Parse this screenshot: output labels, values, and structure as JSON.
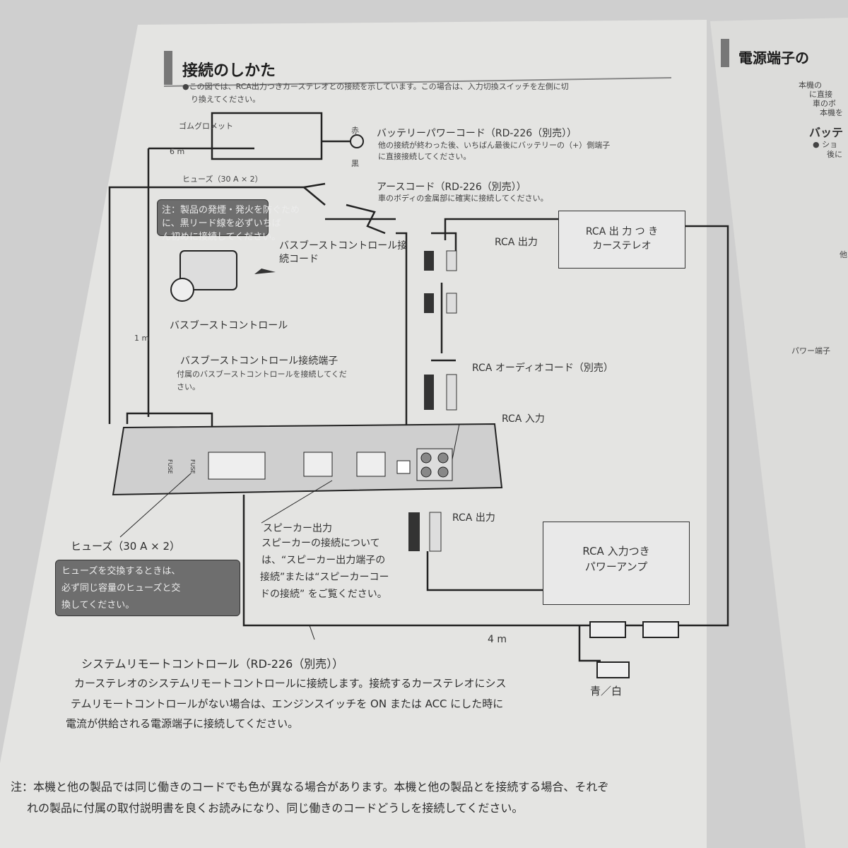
{
  "left_page": {
    "title": "接続のしかた",
    "intro": [
      "●この図では、RCA出力つきカーステレオとの接続を示しています。この場合は、入力切換スイッチを左側に切",
      "り換えてください。"
    ],
    "diagram": {
      "grommet": "ゴムグロメット",
      "red": "赤",
      "black": "黒",
      "len_6m": "6 m",
      "len_1m": "1 m",
      "len_4m": "4 m",
      "fuse_top": "ヒューズ（30 A × 2）",
      "battery_cord": "バッテリーパワーコード（RD-226（別売））",
      "battery_desc": [
        "他の接続が終わった後、いちばん最後にバッテリーの（+）側端子",
        "に直接接続してください。"
      ],
      "earth_cord": "アースコード（RD-226（別売））",
      "earth_desc": "車のボディの金属部に確実に接続してください。",
      "note_black": [
        "注：製品の発煙・発火を防ぐため",
        "に、黒リード線を必ずいちば",
        "ん初めに接続してください。"
      ],
      "rca_out_top": "RCA 出力",
      "car_stereo": [
        "RCA 出 力 つ き",
        "カーステレオ"
      ],
      "bass_cord": [
        "バスブーストコントロール接",
        "続コード"
      ],
      "bass_control": "バスブーストコントロール",
      "bass_terminal": "バスブーストコントロール接続端子",
      "bass_terminal_desc": [
        "付属のバスブーストコントロールを接続してくだ",
        "さい。"
      ],
      "rca_audio_cord": "RCA オーディオコード（別売）",
      "rca_in": "RCA 入力",
      "rca_out_bottom": "RCA 出力",
      "fuse_label_amp": "FUSE",
      "speaker_out": "スピーカー出力",
      "speaker_desc": [
        "スピーカーの接続について",
        "は、“スピーカー出力端子の",
        "接続”または“スピーカーコー",
        "ドの接続” をご覧ください。"
      ],
      "fuse_bottom": "ヒューズ（30 A × 2）",
      "fuse_note": [
        "ヒューズを交換するときは、",
        "必ず同じ容量のヒューズと交",
        "換してください。"
      ],
      "power_amp": [
        "RCA 入力つき",
        "パワーアンプ"
      ],
      "blue_white": "青／白"
    },
    "remote": {
      "title": "システムリモートコントロール（RD-226（別売））",
      "desc": [
        "カーステレオのシステムリモートコントロールに接続します。接続するカーステレオにシス",
        "テムリモートコントロールがない場合は、エンジンスイッチを ON または ACC にした時に",
        "電流が供給される電源端子に接続してください。"
      ]
    },
    "footer_note": [
      "注：本機と他の製品では同じ働きのコードでも色が異なる場合があります。本機と他の製品とを接続する場合、それぞ",
      "れの製品に付属の取付説明書を良くお読みになり、同じ働きのコードどうしを接続してください。"
    ]
  },
  "right_page": {
    "title": "電源端子の",
    "lines": [
      "本機の",
      "に直接",
      "車のボ",
      "本機を"
    ],
    "subtitle": "バッテ",
    "sub_lines": [
      "● ショ",
      "後に"
    ],
    "other": "他",
    "power_terminal": "パワー端子"
  }
}
